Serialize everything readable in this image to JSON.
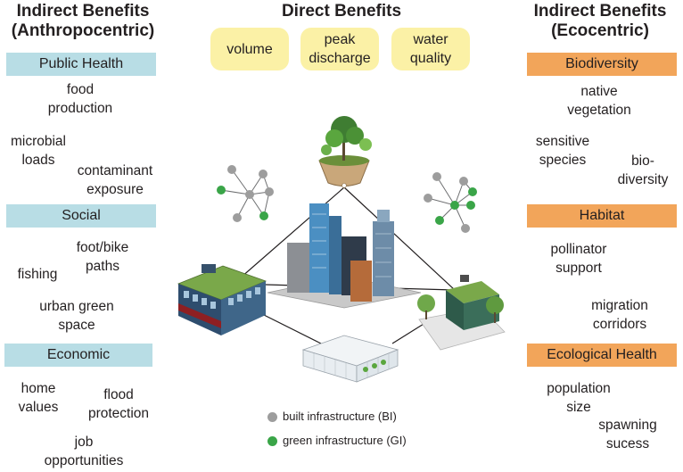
{
  "left": {
    "heading_line1": "Indirect Benefits",
    "heading_line2": "(Anthropocentric)",
    "sections": [
      {
        "label": "Public Health",
        "terms": [
          "food\nproduction",
          "microbial\nloads",
          "contaminant\nexposure"
        ]
      },
      {
        "label": "Social",
        "terms": [
          "foot/bike\npaths",
          "fishing",
          "urban green\nspace"
        ]
      },
      {
        "label": "Economic",
        "terms": [
          "home\nvalues",
          "flood\nprotection",
          "job\nopportunities"
        ]
      }
    ]
  },
  "center": {
    "heading": "Direct Benefits",
    "pills": [
      "volume",
      "peak\ndischarge",
      "water\nquality"
    ]
  },
  "right": {
    "heading_line1": "Indirect Benefits",
    "heading_line2": "(Ecocentric)",
    "sections": [
      {
        "label": "Biodiversity",
        "terms": [
          "native\nvegetation",
          "sensitive\nspecies",
          "bio-\ndiversity"
        ]
      },
      {
        "label": "Habitat",
        "terms": [
          "pollinator\nsupport",
          "migration\ncorridors"
        ]
      },
      {
        "label": "Ecological Health",
        "terms": [
          "population\nsize",
          "spawning\nsucess"
        ]
      }
    ]
  },
  "legend": {
    "built": "built infrastructure (BI)",
    "green": "green infrastructure (GI)"
  },
  "colors": {
    "bar_blue": "#b8dde5",
    "bar_orange": "#f2a55a",
    "pill_yellow": "#fbf1a6",
    "node_gray": "#9d9d9d",
    "node_green": "#3aa548"
  }
}
